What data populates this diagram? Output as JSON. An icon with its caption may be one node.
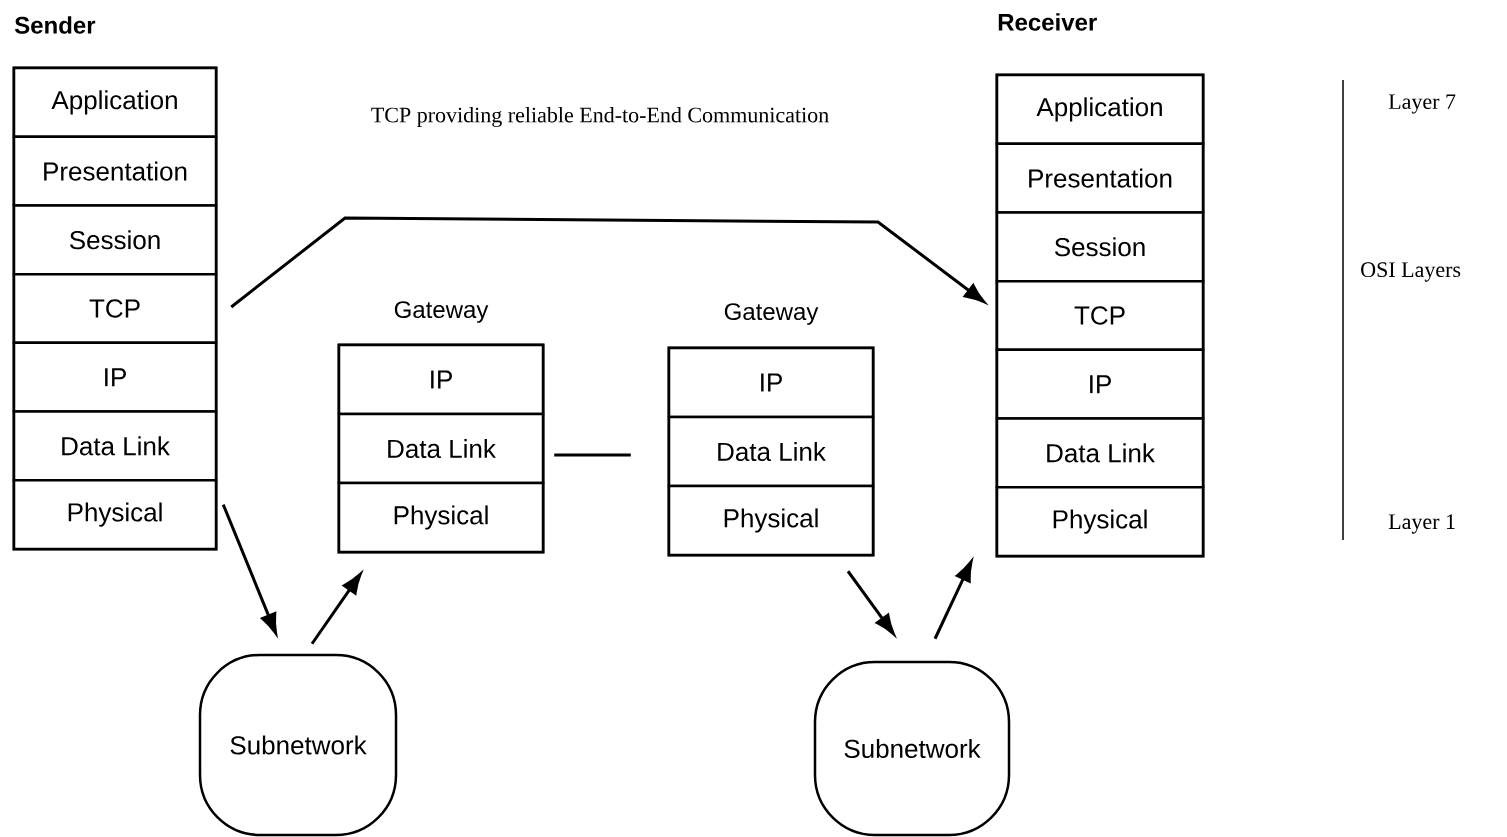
{
  "diagram": {
    "nodes": [
      {
        "text": [
          "Sender"
        ]
      },
      {
        "text": [
          "Application"
        ],
        "in": 0
      },
      {
        "text": [
          "Presentation"
        ],
        "in": 0
      },
      {
        "text": [
          "Session"
        ],
        "in": 0
      },
      {
        "text": [
          "TCP"
        ],
        "in": 0
      },
      {
        "text": [
          "IP"
        ],
        "in": 0
      },
      {
        "text": [
          "Data Link"
        ],
        "in": 0
      },
      {
        "text": [
          "Physical"
        ],
        "in": 0
      },
      {
        "text": [
          "Gateway"
        ]
      },
      {
        "text": [
          "IP"
        ],
        "in": 8
      },
      {
        "text": [
          "Data Link"
        ],
        "in": 8
      },
      {
        "text": [
          "Physical"
        ],
        "in": 8
      },
      {
        "text": [
          "Gateway"
        ]
      },
      {
        "text": [
          "IP"
        ],
        "in": 12
      },
      {
        "text": [
          "Data Link"
        ],
        "in": 12
      },
      {
        "text": [
          "Physical"
        ],
        "in": 12
      },
      {
        "text": [
          "Receiver"
        ]
      },
      {
        "text": [
          "Application"
        ],
        "in": 16
      },
      {
        "text": [
          "Presentation"
        ],
        "in": 16
      },
      {
        "text": [
          "Session"
        ],
        "in": 16
      },
      {
        "text": [
          "TCP"
        ],
        "in": 16
      },
      {
        "text": [
          "IP"
        ],
        "in": 16
      },
      {
        "text": [
          "Data Link"
        ],
        "in": 16
      },
      {
        "text": [
          "Physical"
        ],
        "in": 16
      },
      {
        "text": [
          "Subnetwork"
        ]
      },
      {
        "text": [
          "Subnetwork"
        ]
      }
    ],
    "edges": [
      {
        "from": 4,
        "to": 20,
        "arrow": "to"
      },
      {
        "from": 7,
        "to": 24,
        "arrow": "to"
      },
      {
        "from": 24,
        "to": 11,
        "arrow": "to"
      },
      {
        "from": 10,
        "to": 14,
        "arrow": "none"
      },
      {
        "from": 15,
        "to": 25,
        "arrow": "to"
      },
      {
        "from": 25,
        "to": 23,
        "arrow": "to"
      }
    ],
    "labels": [
      "TCP providing reliable End-to-End Communication",
      "Layer 7",
      "OSI Layers",
      "Layer 1"
    ]
  }
}
